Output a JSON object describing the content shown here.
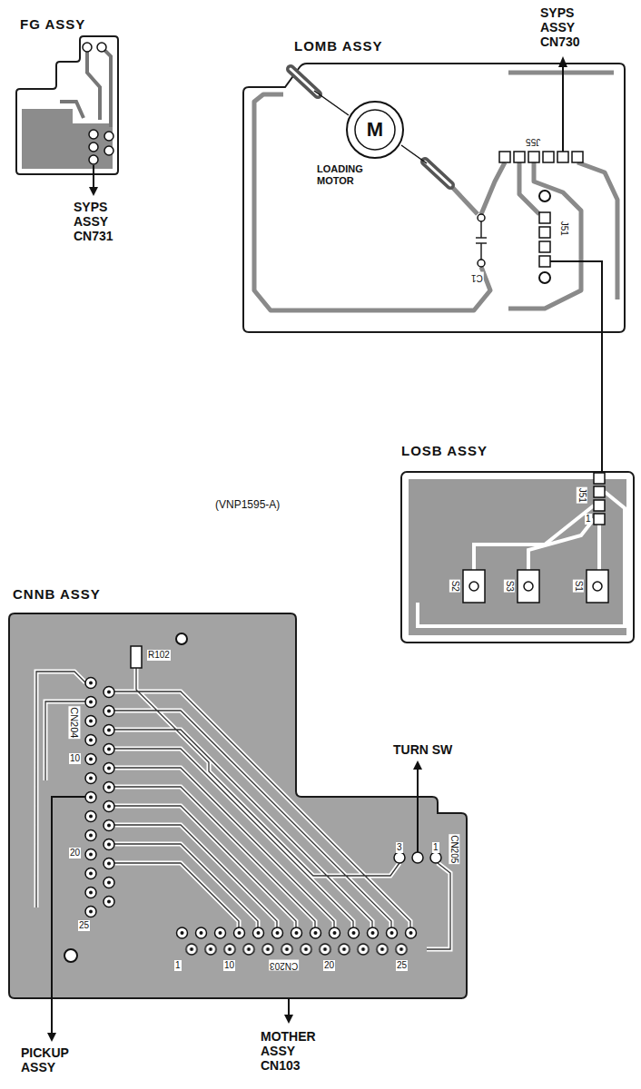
{
  "diagram": {
    "nodes": [
      {
        "text": [
          "FG ASSY"
        ]
      },
      {
        "text": [
          "LOMB ASSY"
        ]
      },
      {
        "text": [
          "M"
        ],
        "in": 1
      },
      {
        "text": [
          "LOSB ASSY"
        ]
      },
      {
        "text": [
          "CNNB ASSY"
        ]
      }
    ],
    "edges": [
      {
        "from": 1,
        "to": 3,
        "arrow": "none"
      }
    ],
    "labels": [
      "SYPS ASSY CN730",
      "SYPS ASSY CN731",
      "LOADING MOTOR",
      "J55",
      "J51",
      "C1",
      "(VNP1595-A)",
      "J51",
      "1",
      "S2",
      "S3",
      "S1",
      "R102",
      "CN204",
      "10",
      "20",
      "25",
      "CN203",
      "10",
      "20",
      "1",
      "25",
      "CN205",
      "3",
      "1",
      "TURN SW",
      "PICKUP ASSY",
      "MOTHER ASSY CN103"
    ]
  }
}
